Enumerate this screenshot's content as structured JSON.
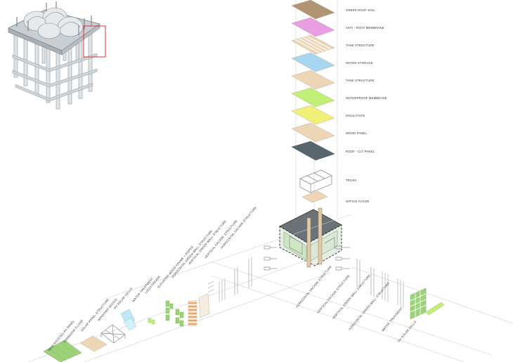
{
  "colors": {
    "soil": "#b09574",
    "membrane_pink": "#e99ee3",
    "wood": "#ecd6b6",
    "water": "#a8d6f1",
    "waterproof": "#c1ef77",
    "insulation": "#f0f078",
    "clt": "#56656e",
    "green": "#9ed27a",
    "orange": "#e7a264"
  },
  "roof_layers": [
    {
      "label": "GREEN ROOF SOIL",
      "color": "#b09574"
    },
    {
      "label": "ANTI - ROOT MEMBRANE",
      "color": "#e99ee3"
    },
    {
      "label": "TANK STRUCTURE",
      "color": "#ecd6b6",
      "striped": true
    },
    {
      "label": "WATER STORAGE",
      "color": "#a8d6f1"
    },
    {
      "label": "TANK STRUCTURE",
      "color": "#ecd6b6"
    },
    {
      "label": "WATERPROOF MEMBRANE",
      "color": "#c1ef77"
    },
    {
      "label": "INSULATION",
      "color": "#f0f078"
    },
    {
      "label": "WOOD PANEL",
      "color": "#ecd6b6"
    },
    {
      "label": "ROOF - CLT PANEL",
      "color": "#56656e"
    },
    {
      "label": "TRUSS",
      "color": "none",
      "truss": true
    },
    {
      "label": "OFFICE FLOOR",
      "color": "#ecd6b6",
      "small": true
    }
  ],
  "left_labels": [
    "HORIZONTAL FACADE STRUCTURE",
    "VERTICAL FACADE STRUCTURE",
    "VERTICAL GREEN WALL STRUCTURE",
    "HORIZONTAL GREEN WALL STRUCTURE",
    "ELEVATOR WOOD FRAME + ROPES",
    "LOGO FACADE",
    "WATER TREATMENT",
    "PV SOLAR CELLS",
    "WINDOWS OFFICE",
    "SOLAR PANEL STRUCTURE",
    "CORRIDOR FLOOR",
    "SEMI-ROTATED PV PANEL"
  ],
  "right_labels": [
    "HORIZONTAL FACADE STRUCTURE",
    "VERTICAL FACADE STRUCTURE",
    "VERTICAL GREEN WALL STRUCTURE",
    "HORIZONTAL GREEN WALL STRUCTURE",
    "WATER TREATMENT",
    "PV SOLAR CELLS"
  ]
}
